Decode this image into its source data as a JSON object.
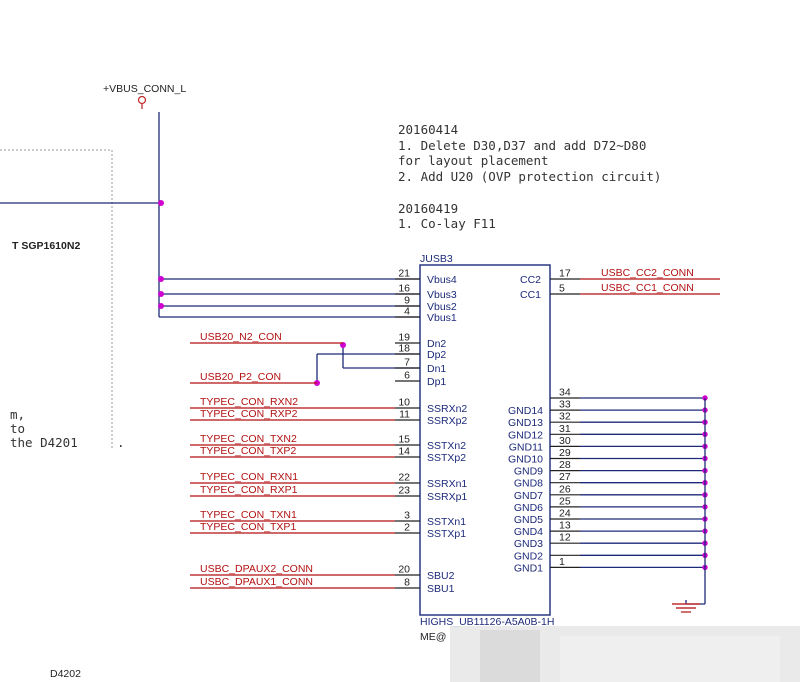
{
  "power": {
    "label": "+VBUS_CONN_L"
  },
  "notes": [
    "20160414",
    "1. Delete D30,D37 and add D72~D80",
    "for layout placement",
    "2. Add U20 (OVP protection circuit)",
    "20160419",
    "1. Co-lay F11"
  ],
  "side_labels": {
    "sgp": "T SGP1610N2",
    "d4202": "D4202"
  },
  "partial_note": [
    "m,",
    " to",
    " the D4201",
    "."
  ],
  "chip": {
    "refdes": "JUSB3",
    "part": "HIGHS_UB11126-A5A0B-1H",
    "sub": "ME@"
  },
  "left_pins": [
    {
      "num": "21",
      "name": "Vbus4"
    },
    {
      "num": "16",
      "name": "Vbus3"
    },
    {
      "num": "9",
      "name": "Vbus2"
    },
    {
      "num": "4",
      "name": "Vbus1"
    },
    {
      "num": "19",
      "name": "Dn2"
    },
    {
      "num": "18",
      "name": "Dp2"
    },
    {
      "num": "7",
      "name": "Dn1"
    },
    {
      "num": "6",
      "name": "Dp1"
    },
    {
      "num": "10",
      "name": "SSRXn2"
    },
    {
      "num": "11",
      "name": "SSRXp2"
    },
    {
      "num": "15",
      "name": "SSTXn2"
    },
    {
      "num": "14",
      "name": "SSTXp2"
    },
    {
      "num": "22",
      "name": "SSRXn1"
    },
    {
      "num": "23",
      "name": "SSRXp1"
    },
    {
      "num": "3",
      "name": "SSTXn1"
    },
    {
      "num": "2",
      "name": "SSTXp1"
    },
    {
      "num": "20",
      "name": "SBU2"
    },
    {
      "num": "8",
      "name": "SBU1"
    }
  ],
  "right_pins": [
    {
      "num": "17",
      "name": "CC2"
    },
    {
      "num": "5",
      "name": "CC1"
    }
  ],
  "gnd_pins": [
    {
      "num": "34",
      "name": ""
    },
    {
      "num": "33",
      "name": "GND14"
    },
    {
      "num": "32",
      "name": "GND13"
    },
    {
      "num": "31",
      "name": "GND12"
    },
    {
      "num": "30",
      "name": "GND11"
    },
    {
      "num": "29",
      "name": "GND10"
    },
    {
      "num": "28",
      "name": "GND9"
    },
    {
      "num": "27",
      "name": "GND8"
    },
    {
      "num": "26",
      "name": "GND7"
    },
    {
      "num": "25",
      "name": "GND6"
    },
    {
      "num": "24",
      "name": "GND5"
    },
    {
      "num": "13",
      "name": "GND4"
    },
    {
      "num": "12",
      "name": "GND3"
    },
    {
      "num": "",
      "name": "GND2"
    },
    {
      "num": "1",
      "name": "GND1"
    }
  ],
  "nets_left": [
    "USB20_N2_CON",
    "USB20_P2_CON",
    "TYPEC_CON_RXN2",
    "TYPEC_CON_RXP2",
    "TYPEC_CON_TXN2",
    "TYPEC_CON_TXP2",
    "TYPEC_CON_RXN1",
    "TYPEC_CON_RXP1",
    "TYPEC_CON_TXN1",
    "TYPEC_CON_TXP1",
    "USBC_DPAUX2_CONN",
    "USBC_DPAUX1_CONN"
  ],
  "nets_right": [
    "USBC_CC2_CONN",
    "USBC_CC1_CONN"
  ],
  "colors": {
    "wire": "#1d2a7a",
    "net": "#b31212",
    "junction": "#d000d0"
  }
}
